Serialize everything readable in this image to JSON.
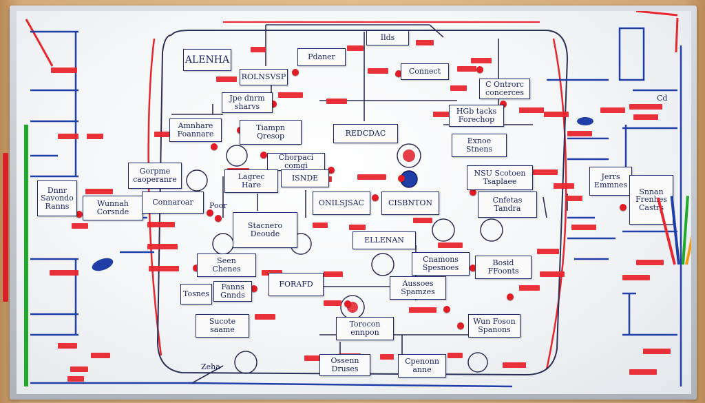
{
  "notes": [
    {
      "id": "alenha",
      "text": "ALENHA"
    },
    {
      "id": "pdaner",
      "text": "Pdaner"
    },
    {
      "id": "top-card",
      "text": "Ilds"
    },
    {
      "id": "rolnsvsp",
      "text": "ROLNSVSP"
    },
    {
      "id": "connect",
      "text": "Connect"
    },
    {
      "id": "top-right-card",
      "text": "C Ontrorc\nconcerces"
    },
    {
      "id": "jpe-card",
      "text": "Jpe dnrm\nsharvs"
    },
    {
      "id": "hgb-card",
      "text": "HGb tacks\nForechop"
    },
    {
      "id": "amphare",
      "text": "Amnhare\nFoannare"
    },
    {
      "id": "tiamph",
      "text": "Tiampn\nQresop"
    },
    {
      "id": "redacdac",
      "text": "REDCDAC"
    },
    {
      "id": "exnoe",
      "text": "Exnoe\nStnens"
    },
    {
      "id": "gorpmet",
      "text": "Gorpme\ncaoperanre"
    },
    {
      "id": "chorpaci",
      "text": "Chorpaci\ncomgi"
    },
    {
      "id": "lagrec",
      "text": "Lagrec\nHare"
    },
    {
      "id": "isnor",
      "text": "ISNDE"
    },
    {
      "id": "nsu-card",
      "text": "NSU Scotoen\nTsaplaee"
    },
    {
      "id": "jerrs",
      "text": "Jerrs\nEmmnes"
    },
    {
      "id": "left-card",
      "text": "Dnnr\nSavondo\nRanns"
    },
    {
      "id": "wunnah",
      "text": "Wunnah\nCorsnde"
    },
    {
      "id": "connaroar",
      "text": "Connaroar"
    },
    {
      "id": "onilsjsac",
      "text": "ONILSJSAC"
    },
    {
      "id": "cisbnton",
      "text": "CISBNTON"
    },
    {
      "id": "cnfetas",
      "text": "Cnfetas\nTandra"
    },
    {
      "id": "far-right",
      "text": "Snnan\nFrenhes\nCastrs"
    },
    {
      "id": "stacneroo",
      "text": "Stacnero\nDeoude"
    },
    {
      "id": "ellenan",
      "text": "ELLENAN"
    },
    {
      "id": "cnpmons",
      "text": "Cnamons\nSpesnoes"
    },
    {
      "id": "bosid",
      "text": "Bosid\nFFoonts"
    },
    {
      "id": "seen",
      "text": "Seen\nChenes"
    },
    {
      "id": "tosnes",
      "text": "Tosnes"
    },
    {
      "id": "forafd",
      "text": "FORAFD"
    },
    {
      "id": "fanns-card",
      "text": "Fanns\nGnnds"
    },
    {
      "id": "aussees",
      "text": "Aussoes\nSpamzes"
    },
    {
      "id": "sucote",
      "text": "Sucote\nsaame"
    },
    {
      "id": "torocon",
      "text": "Torocon\nennpon"
    },
    {
      "id": "wunoes",
      "text": "Wun Foson\nSpanons"
    },
    {
      "id": "ossenn",
      "text": "Ossenn\nDruses"
    },
    {
      "id": "cpenonn",
      "text": "Cpenonn\nanne"
    }
  ],
  "scribbles": [
    {
      "id": "cd-label",
      "text": "Cd"
    },
    {
      "id": "poor-label",
      "text": "Poor"
    },
    {
      "id": "zeha-label",
      "text": "Zeha"
    }
  ],
  "colors": {
    "red": "#e8262e",
    "blue": "#1f3ea8",
    "green": "#1faa2a",
    "navy": "#15205f"
  }
}
